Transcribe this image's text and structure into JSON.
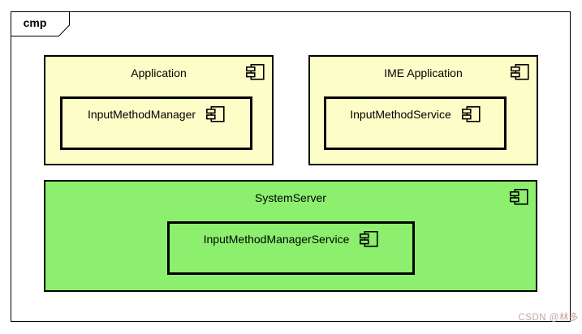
{
  "frame": {
    "label": "cmp"
  },
  "components": {
    "application": {
      "name": "Application",
      "child": {
        "name": "InputMethodManager"
      }
    },
    "ime_application": {
      "name": "IME Application",
      "child": {
        "name": "InputMethodService"
      }
    },
    "system_server": {
      "name": "SystemServer",
      "child": {
        "name": "InputMethodManagerService"
      }
    }
  },
  "icons": {
    "component": "uml-component-icon"
  },
  "colors": {
    "background": "#FFFFFF",
    "component_fill_cream": "#FDFDC8",
    "component_fill_green": "#8CF06E",
    "border": "#000000",
    "watermark_text": "#C9A3A3"
  },
  "watermark": {
    "text": "CSDN @林多"
  }
}
